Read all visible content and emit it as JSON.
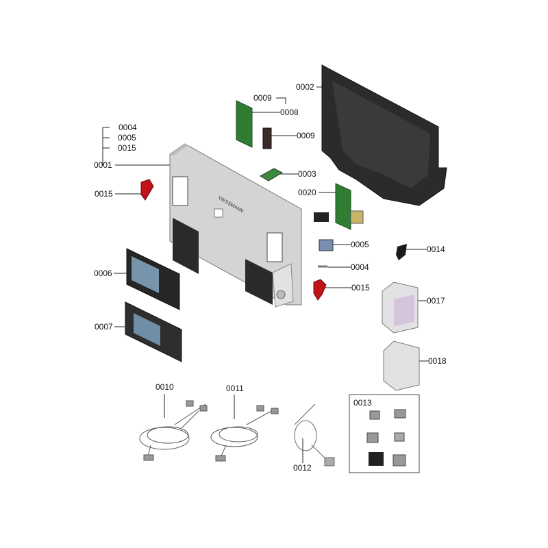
{
  "labels": {
    "p0002": "0002",
    "p0009a": "0009",
    "p0008": "0008",
    "p0009b": "0009",
    "p0004a": "0004",
    "p0005a": "0005",
    "p0015a": "0015",
    "p0001": "0001",
    "p0003": "0003",
    "p0015b": "0015",
    "p0020": "0020",
    "p0005b": "0005",
    "p0014": "0014",
    "p0004b": "0004",
    "p0006": "0006",
    "p0015c": "0015",
    "p0017": "0017",
    "p0007": "0007",
    "p0018": "0018",
    "p0010": "0010",
    "p0011": "0011",
    "p0012": "0012",
    "p0013": "0013"
  },
  "colors": {
    "housing": "#d4d4d6",
    "pcb": "#2e7d32",
    "red": "#c0141a",
    "dark": "#2a2a2a",
    "screen": "#6f8fa8",
    "box": "#e4e4e6"
  }
}
